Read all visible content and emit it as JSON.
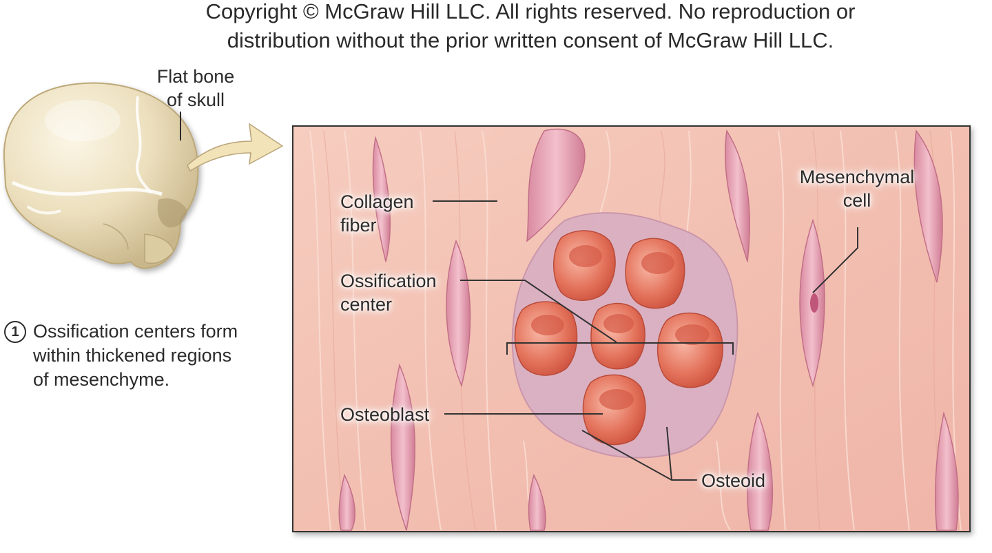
{
  "copyright": {
    "line1": "Copyright © McGraw Hill LLC. All rights reserved. No reproduction or",
    "line2": "distribution without the prior written consent of McGraw Hill LLC."
  },
  "skull": {
    "label_line1": "Flat bone",
    "label_line2": "of skull"
  },
  "step": {
    "number": "1",
    "text_line1": "Ossification centers form",
    "text_line2": "within thickened regions",
    "text_line3": "of mesenchyme."
  },
  "labels": {
    "collagen_line1": "Collagen",
    "collagen_line2": "fiber",
    "ossification_line1": "Ossification",
    "ossification_line2": "center",
    "osteoblast": "Osteoblast",
    "mesenchymal_line1": "Mesenchymal",
    "mesenchymal_line2": "cell",
    "osteoid": "Osteoid"
  },
  "colors": {
    "tissue_bg": "#f3c2b6",
    "bone": "#efe4c6",
    "osteoblast": "#e2654f",
    "osteoid": "#d8aec0",
    "cell": "#e4a0b2",
    "arrow": "#f2e3b8"
  }
}
